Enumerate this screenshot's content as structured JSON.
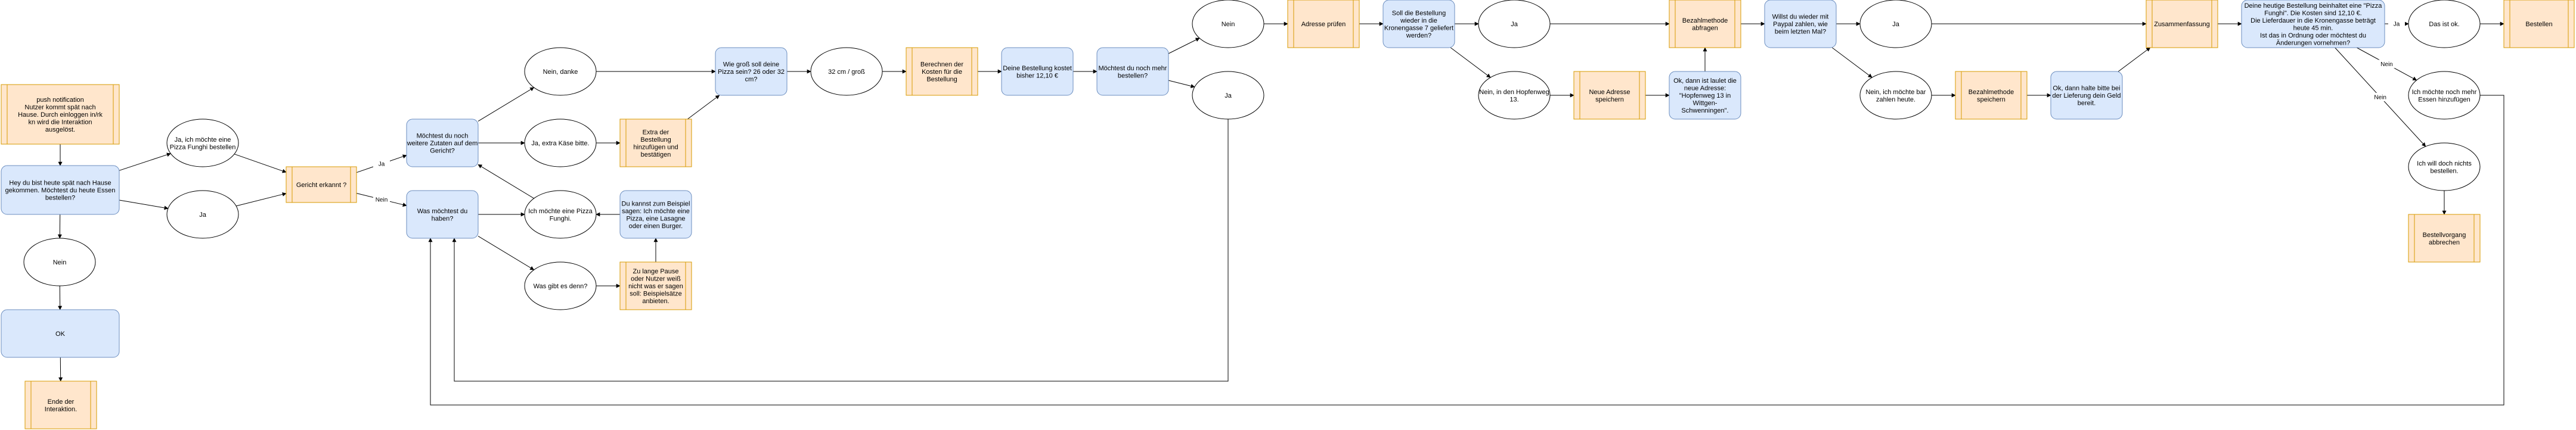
{
  "palette": {
    "process_fill": "#dae8fc",
    "process_stroke": "#6c8ebf",
    "sub_fill": "#ffe6cc",
    "sub_stroke": "#d79b00",
    "ellipse_fill": "#ffffff",
    "ellipse_stroke": "#000000",
    "note_text": "#7f7f7f"
  },
  "nodes": [
    {
      "id": "push",
      "kind": "sub",
      "text": "push notification\nNutzer kommt spät nach\nHause. Durch einloggen in/rk\nkn wird die Interaktion\nausgelöst.",
      "muted": true
    },
    {
      "id": "greet",
      "kind": "process",
      "text": "Hey du bist heute spät nach Hause\ngekommen. Möchtest du heute Essen\nbestellen?"
    },
    {
      "id": "nein1",
      "kind": "ellipse",
      "text": "Nein"
    },
    {
      "id": "ok",
      "kind": "process",
      "text": "OK"
    },
    {
      "id": "ende",
      "kind": "sub",
      "text": "Ende der\nInteraktion."
    },
    {
      "id": "ja_pizza",
      "kind": "ellipse",
      "text": "Ja, ich möchte eine\nPizza Funghi bestellen"
    },
    {
      "id": "ja1",
      "kind": "ellipse",
      "text": "Ja"
    },
    {
      "id": "gericht",
      "kind": "sub",
      "text": "Gericht erkannt ?"
    },
    {
      "id": "zutaten",
      "kind": "process",
      "text": "Möchtest du noch\nweitere Zutaten auf dem\nGericht?"
    },
    {
      "id": "was_haben",
      "kind": "process",
      "text": "Was möchtest du\nhaben?"
    },
    {
      "id": "nein_danke",
      "kind": "ellipse",
      "text": "Nein, danke"
    },
    {
      "id": "ja_kaese",
      "kind": "ellipse",
      "text": "Ja, extra Käse bitte."
    },
    {
      "id": "ich_pizza",
      "kind": "ellipse",
      "text": "Ich möchte eine Pizza\nFunghi."
    },
    {
      "id": "was_gibt",
      "kind": "ellipse",
      "text": "Was gibt es denn?"
    },
    {
      "id": "extra",
      "kind": "sub",
      "text": "Extra der\nBestellung\nhinzufügen und\nbestätigen"
    },
    {
      "id": "beispiel",
      "kind": "process",
      "text": "Du kannst zum Beispiel\nsagen: Ich möchte eine\nPizza, eine Lasagne\noder einen Burger."
    },
    {
      "id": "pause",
      "kind": "sub",
      "text": "Zu lange Pause\noder Nutzer weiß\nnicht was er sagen\nsoll: Beispielsätze\nanbieten."
    },
    {
      "id": "gross",
      "kind": "process",
      "text": "Wie groß soll deine\nPizza sein? 26 oder 32\ncm?"
    },
    {
      "id": "cm32",
      "kind": "ellipse",
      "text": "32 cm / groß"
    },
    {
      "id": "kosten",
      "kind": "sub",
      "text": "Berechnen der\nKosten für die\nBestellung"
    },
    {
      "id": "bisher",
      "kind": "process",
      "text": "Deine Bestellung kostet\nbisher 12,10 €"
    },
    {
      "id": "mehr1",
      "kind": "process",
      "text": "Möchtest du noch mehr\nbestellen?"
    },
    {
      "id": "nein2",
      "kind": "ellipse",
      "text": "Nein"
    },
    {
      "id": "ja2",
      "kind": "ellipse",
      "text": "Ja"
    },
    {
      "id": "adresse_pruefen",
      "kind": "sub",
      "text": "Adresse prüfen"
    },
    {
      "id": "kronengasse",
      "kind": "process",
      "text": "Soll die Bestellung\nwieder in die\nKronengasse 7 geliefert\nwerden?"
    },
    {
      "id": "ja3",
      "kind": "ellipse",
      "text": "Ja"
    },
    {
      "id": "hopfenweg",
      "kind": "ellipse",
      "text": "Nein, in den Hopfenweg\n13."
    },
    {
      "id": "neue_adresse",
      "kind": "sub",
      "text": "Neue Adresse\nspeichern"
    },
    {
      "id": "ok_adresse",
      "kind": "process",
      "text": "Ok, dann ist laulet die\nneue Adresse:\n\"Hopfenweg 13 in\nWittgen-\nSchwenningen\"."
    },
    {
      "id": "bezahl_abfragen",
      "kind": "sub",
      "text": "Bezahlmethode\nabfragen"
    },
    {
      "id": "paypal",
      "kind": "process",
      "text": "Willst du wieder mit\nPaypal zahlen, wie\nbeim letzten Mal?"
    },
    {
      "id": "ja4",
      "kind": "ellipse",
      "text": "Ja"
    },
    {
      "id": "bar",
      "kind": "ellipse",
      "text": "Nein, ich möchte bar\nzahlen heute."
    },
    {
      "id": "bezahl_speichern",
      "kind": "sub",
      "text": "Bezahlmethode\nspeichern"
    },
    {
      "id": "ok_geld",
      "kind": "process",
      "text": "Ok, dann halte bitte bei\nder Lieferung dein Geld\nbereit."
    },
    {
      "id": "zusammenfassung",
      "kind": "sub",
      "text": "Zusammenfassung"
    },
    {
      "id": "summary",
      "kind": "process",
      "text": "Deine heutige Bestellung beinhaltet eine \"Pizza\nFunghi\". Die Kosten sind 12,10 €.\nDie Lieferdauer in die Kronengasse beträgt\nheute 45 min.\nIst das in Ordnung oder möchtest du\nÄnderungen vornehmen?"
    },
    {
      "id": "das_ist_ok",
      "kind": "ellipse",
      "text": "Das ist ok."
    },
    {
      "id": "bestellen",
      "kind": "sub",
      "text": "Bestellen"
    },
    {
      "id": "noch_mehr",
      "kind": "ellipse",
      "text": "Ich möchte noch mehr\nEssen hinzufügen"
    },
    {
      "id": "nichts",
      "kind": "ellipse",
      "text": "Ich will doch nichts\nbestellen."
    },
    {
      "id": "abbrechen",
      "kind": "sub",
      "text": "Bestellvorgang\nabbrechen"
    }
  ],
  "edges": [
    {
      "from": "push",
      "to": "greet"
    },
    {
      "from": "greet",
      "to": "nein1"
    },
    {
      "from": "nein1",
      "to": "ok"
    },
    {
      "from": "ok",
      "to": "ende"
    },
    {
      "from": "greet",
      "to": "ja_pizza"
    },
    {
      "from": "greet",
      "to": "ja1"
    },
    {
      "from": "ja_pizza",
      "to": "gericht"
    },
    {
      "from": "ja1",
      "to": "gericht"
    },
    {
      "from": "gericht",
      "to": "zutaten",
      "label": "Ja"
    },
    {
      "from": "gericht",
      "to": "was_haben",
      "label": "Nein"
    },
    {
      "from": "zutaten",
      "to": "nein_danke"
    },
    {
      "from": "zutaten",
      "to": "ja_kaese"
    },
    {
      "from": "was_haben",
      "to": "ich_pizza"
    },
    {
      "from": "was_haben",
      "to": "was_gibt"
    },
    {
      "from": "ich_pizza",
      "to": "zutaten"
    },
    {
      "from": "ja_kaese",
      "to": "extra"
    },
    {
      "from": "was_gibt",
      "to": "pause"
    },
    {
      "from": "pause",
      "to": "beispiel"
    },
    {
      "from": "beispiel",
      "to": "ich_pizza"
    },
    {
      "from": "nein_danke",
      "to": "gross"
    },
    {
      "from": "extra",
      "to": "gross"
    },
    {
      "from": "gross",
      "to": "cm32"
    },
    {
      "from": "cm32",
      "to": "kosten"
    },
    {
      "from": "kosten",
      "to": "bisher"
    },
    {
      "from": "bisher",
      "to": "mehr1"
    },
    {
      "from": "mehr1",
      "to": "nein2"
    },
    {
      "from": "mehr1",
      "to": "ja2"
    },
    {
      "from": "ja2",
      "to": "was_haben"
    },
    {
      "from": "nein2",
      "to": "adresse_pruefen"
    },
    {
      "from": "adresse_pruefen",
      "to": "kronengasse"
    },
    {
      "from": "kronengasse",
      "to": "ja3"
    },
    {
      "from": "kronengasse",
      "to": "hopfenweg"
    },
    {
      "from": "hopfenweg",
      "to": "neue_adresse"
    },
    {
      "from": "neue_adresse",
      "to": "ok_adresse"
    },
    {
      "from": "ok_adresse",
      "to": "bezahl_abfragen"
    },
    {
      "from": "ja3",
      "to": "bezahl_abfragen"
    },
    {
      "from": "bezahl_abfragen",
      "to": "paypal"
    },
    {
      "from": "paypal",
      "to": "ja4"
    },
    {
      "from": "paypal",
      "to": "bar"
    },
    {
      "from": "bar",
      "to": "bezahl_speichern"
    },
    {
      "from": "bezahl_speichern",
      "to": "ok_geld"
    },
    {
      "from": "ok_geld",
      "to": "zusammenfassung"
    },
    {
      "from": "ja4",
      "to": "zusammenfassung"
    },
    {
      "from": "zusammenfassung",
      "to": "summary"
    },
    {
      "from": "summary",
      "to": "das_ist_ok",
      "label": "Ja"
    },
    {
      "from": "das_ist_ok",
      "to": "bestellen"
    },
    {
      "from": "summary",
      "to": "noch_mehr",
      "label": "Nein"
    },
    {
      "from": "summary",
      "to": "nichts",
      "label": "Nein"
    },
    {
      "from": "nichts",
      "to": "abbrechen"
    },
    {
      "from": "noch_mehr",
      "to": "was_haben"
    }
  ]
}
